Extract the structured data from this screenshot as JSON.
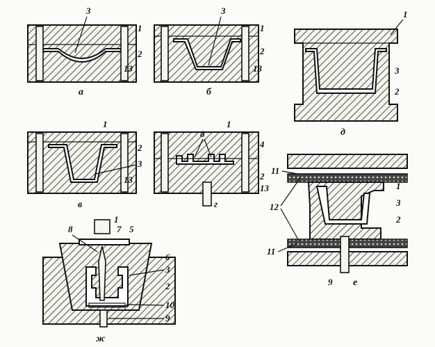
{
  "panels": {
    "a": {
      "caption": "а",
      "labels": {
        "part": "3",
        "top": "1",
        "mid": "2",
        "base": "13"
      }
    },
    "b": {
      "caption": "б",
      "labels": {
        "part": "3",
        "top": "1",
        "mid": "2",
        "base": "13"
      }
    },
    "v": {
      "caption": "в",
      "labels": {
        "top": "1",
        "mid": "2",
        "part": "3",
        "base": "13"
      }
    },
    "g": {
      "caption": "г",
      "labels": {
        "insert": "8",
        "top": "1",
        "guide": "4",
        "mid": "2",
        "base": "13"
      }
    },
    "d": {
      "caption": "д",
      "labels": {
        "top": "1",
        "part": "3",
        "mid": "2"
      }
    },
    "e": {
      "caption": "е",
      "labels": {
        "plate_top": "11",
        "top": "1",
        "part": "3",
        "mid": "2",
        "heater": "12",
        "plate_bottom": "11",
        "ejector": "9"
      }
    },
    "zh": {
      "caption": "ж",
      "labels": {
        "insert": "8",
        "top": "1",
        "sprue": "7",
        "cap": "5",
        "ring": "6",
        "part": "3",
        "mid": "2",
        "core": "10",
        "ejector": "9"
      }
    }
  }
}
